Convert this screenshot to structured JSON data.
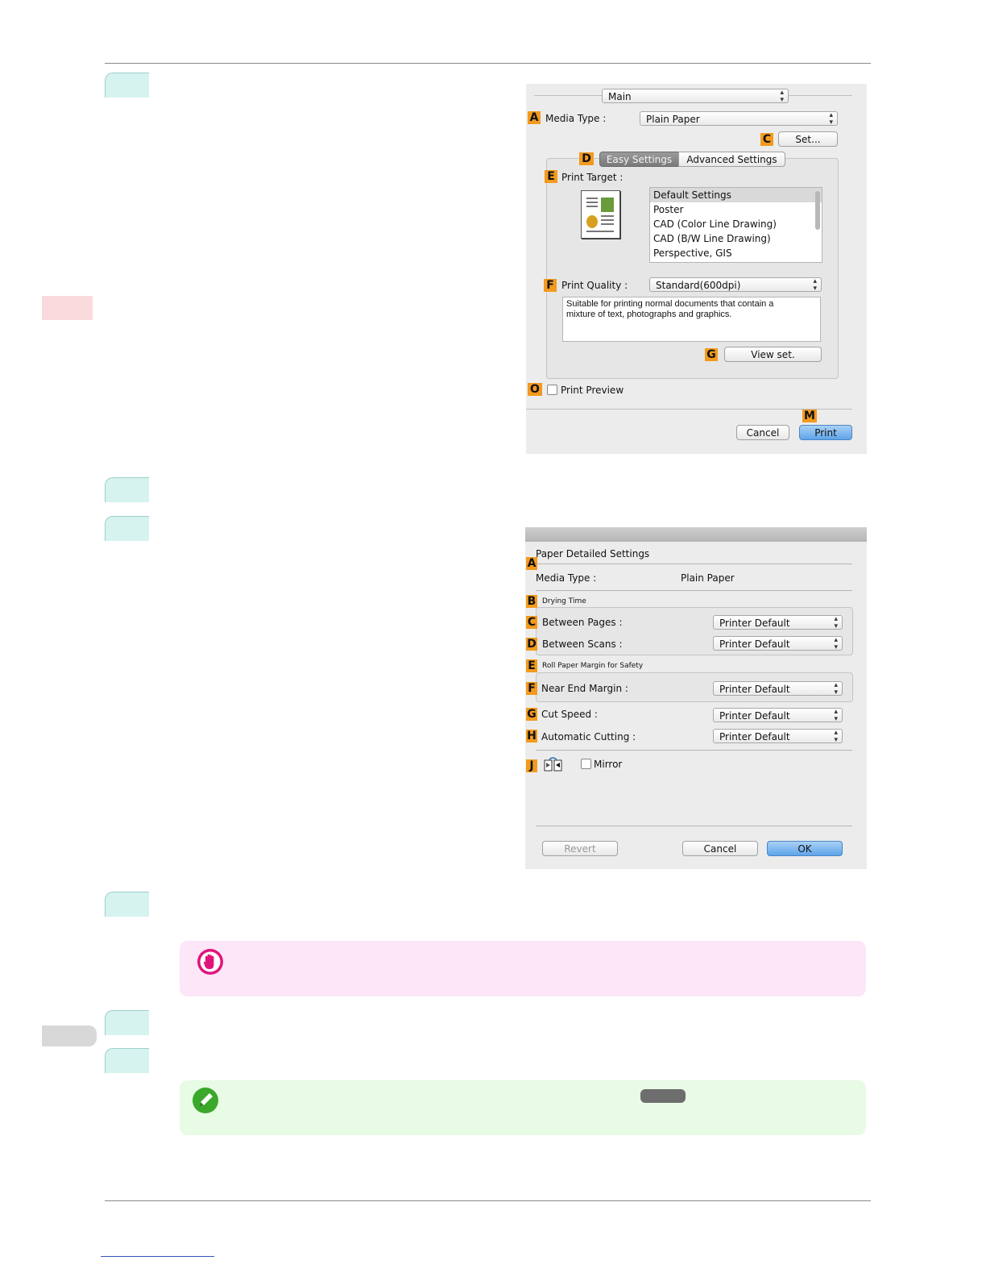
{
  "colors": {
    "step_tab": "#d6f3f0",
    "label_badge": "#f39a1e",
    "important_bg": "#fde6f8",
    "note_bg": "#e8fbe4",
    "side_tab_red": "#fadadd"
  },
  "main_dialog": {
    "pane_popup": "Main",
    "media_type": {
      "badge": "A",
      "label": "Media Type :",
      "value": "Plain Paper"
    },
    "set_button": {
      "badge": "C",
      "label": "Set..."
    },
    "tabs": {
      "badge": "D",
      "easy": "Easy Settings",
      "advanced": "Advanced Settings"
    },
    "print_target": {
      "badge": "E",
      "label": "Print Target :",
      "items": [
        "Default Settings",
        "Poster",
        "CAD (Color Line Drawing)",
        "CAD (B/W Line Drawing)",
        "Perspective, GIS"
      ]
    },
    "print_quality": {
      "badge": "F",
      "label": "Print Quality :",
      "value": "Standard(600dpi)",
      "description_line1": "Suitable for printing normal documents that contain a",
      "description_line2": "mixture of text, photographs and graphics."
    },
    "view_set": {
      "badge": "G",
      "label": "View set."
    },
    "print_preview": {
      "badge": "O",
      "label": "Print Preview"
    },
    "cancel_label": "Cancel",
    "print": {
      "badge": "M",
      "label": "Print"
    }
  },
  "paper_dialog": {
    "title": "Paper Detailed Settings",
    "media_type": {
      "badge": "A",
      "label": "Media Type :",
      "value": "Plain Paper"
    },
    "drying_time": {
      "badge": "B",
      "label": "Drying Time"
    },
    "between_pages": {
      "badge": "C",
      "label": "Between Pages :",
      "value": "Printer Default"
    },
    "between_scans": {
      "badge": "D",
      "label": "Between Scans :",
      "value": "Printer Default"
    },
    "roll_margin": {
      "badge": "E",
      "label": "Roll Paper Margin for Safety"
    },
    "near_end_margin": {
      "badge": "F",
      "label": "Near End Margin :",
      "value": "Printer Default"
    },
    "cut_speed": {
      "badge": "G",
      "label": "Cut Speed :",
      "value": "Printer Default"
    },
    "automatic_cutting": {
      "badge": "H",
      "label": "Automatic Cutting :",
      "value": "Printer Default"
    },
    "mirror": {
      "badge": "J",
      "label": "Mirror"
    },
    "revert_label": "Revert",
    "cancel_label": "Cancel",
    "ok_label": "OK"
  }
}
